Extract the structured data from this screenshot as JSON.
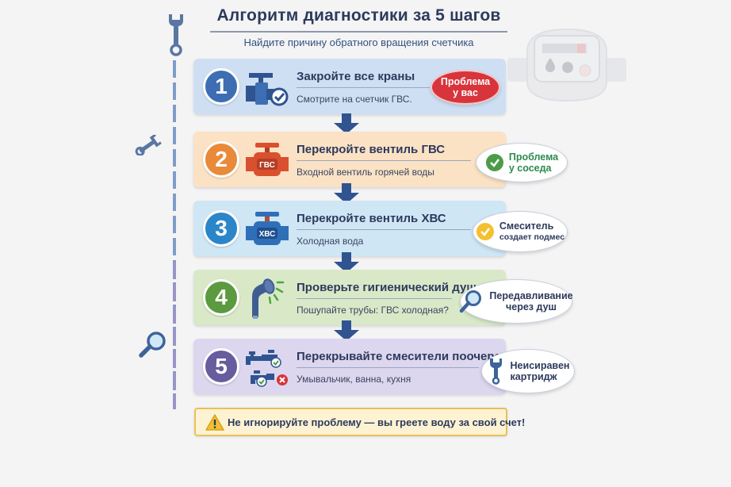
{
  "header": {
    "title": "Алгоритм диагностики за 5 шагов",
    "subtitle": "Найдите причину обратного вращения счетчика"
  },
  "steps": [
    {
      "number": "1",
      "title": "Закройте все краны",
      "description": "Смотрите на счетчик ГВС.",
      "icon": "valve-check-icon",
      "color": "#3d6eb3",
      "background": "#cfdff3",
      "result": {
        "line1": "Проблема",
        "line2": "у вас",
        "icon": "none",
        "style": "red-oval"
      }
    },
    {
      "number": "2",
      "title": "Перекройте вентиль ГВС",
      "description": "Входной вентиль горячей воды",
      "icon": "hot-water-valve-icon",
      "icon_label": "ГВС",
      "color": "#e88a3a",
      "background": "#fbe2c4",
      "result": {
        "line1": "Проблема",
        "line2": "у соседа",
        "icon": "green-check-icon",
        "style": "white-bubble"
      }
    },
    {
      "number": "3",
      "title": "Перекройте вентиль ХВС",
      "description": "Холодная вода",
      "icon": "cold-water-valve-icon",
      "icon_label": "ХВС",
      "color": "#2a86c8",
      "background": "#cfe6f5",
      "result": {
        "line1": "Смеситель",
        "line2": "создает подмес",
        "icon": "yellow-check-icon",
        "style": "white-bubble"
      }
    },
    {
      "number": "4",
      "title": "Проверьте гигиенический душ",
      "description": "Пошупайте трубы: ГВС холодная?",
      "icon": "hygienic-shower-icon",
      "color": "#5b9a3e",
      "background": "#d9e9c8",
      "result": {
        "line1": "Передавливание",
        "line2": "через душ",
        "icon": "magnifier-icon",
        "style": "white-bubble"
      }
    },
    {
      "number": "5",
      "title": "Перекрывайте смесители поочередно",
      "description": "Умывальчик, ванна, кухня",
      "icon": "faucets-icon",
      "color": "#675c9e",
      "background": "#dcd6ee",
      "result": {
        "line1": "Неисиравен",
        "line2": "картридж",
        "icon": "wrench-icon",
        "style": "white-bubble"
      }
    }
  ],
  "warning": {
    "text": "Не игнорируйте проблему — вы греете воду за свой счет!",
    "icon": "warning-triangle-icon"
  },
  "colors": {
    "arrow": "#2f5490",
    "title": "#2d3a5c",
    "red": "#d8343b"
  }
}
